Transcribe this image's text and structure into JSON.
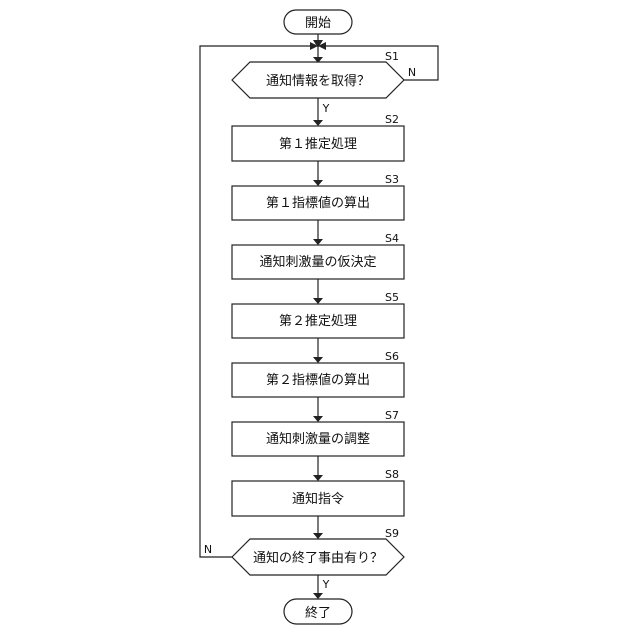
{
  "terminals": {
    "start": "開始",
    "end": "終了"
  },
  "steps": [
    {
      "id": "S1",
      "text": "通知情報を取得？"
    },
    {
      "id": "S2",
      "text": "第１推定処理"
    },
    {
      "id": "S3",
      "text": "第１指標値の算出"
    },
    {
      "id": "S4",
      "text": "通知刺激量の仮決定"
    },
    {
      "id": "S5",
      "text": "第２推定処理"
    },
    {
      "id": "S6",
      "text": "第２指標値の算出"
    },
    {
      "id": "S7",
      "text": "通知刺激量の調整"
    },
    {
      "id": "S8",
      "text": "通知指令"
    },
    {
      "id": "S9",
      "text": "通知の終了事由有り？"
    }
  ],
  "branches": {
    "yes": "Y",
    "no": "N"
  }
}
